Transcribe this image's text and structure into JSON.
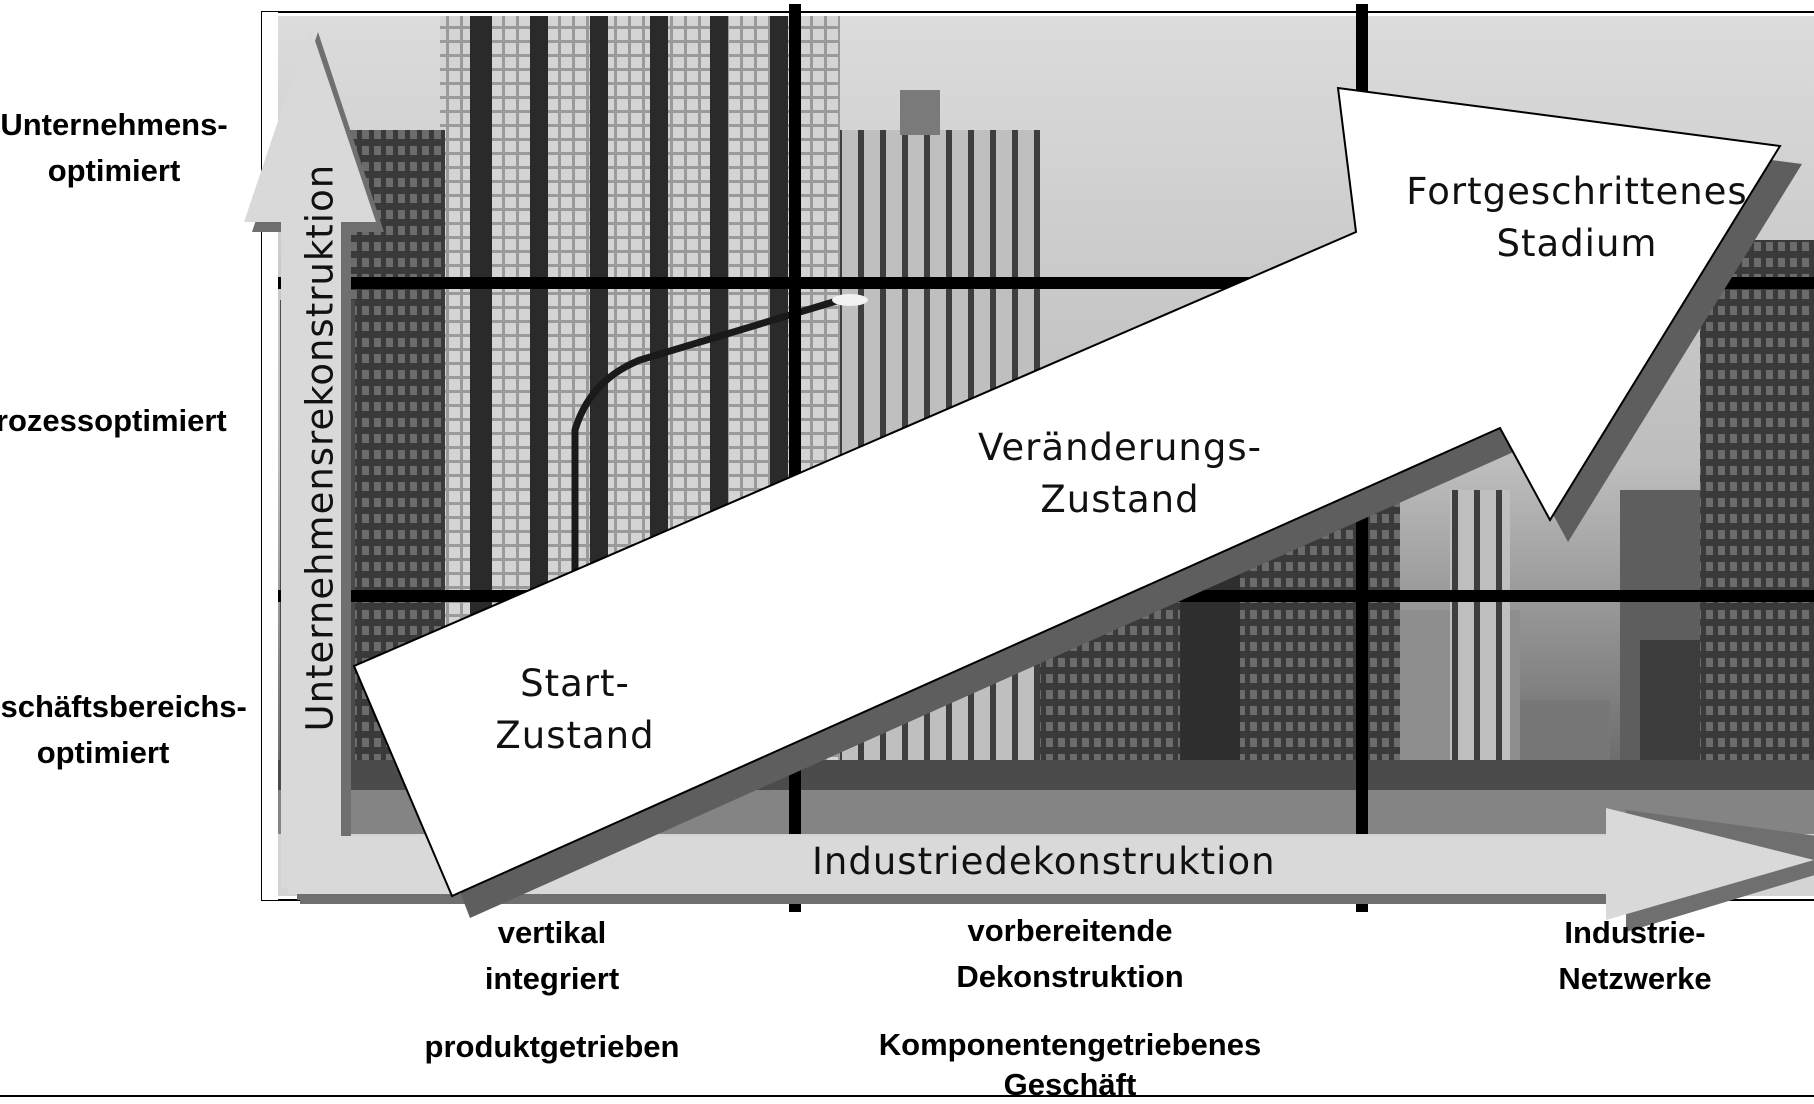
{
  "rows": [
    {
      "line1": "Unternehmens-",
      "line2": "optimiert"
    },
    {
      "line1": "Prozessoptimiert",
      "line2": ""
    },
    {
      "line1": "Geschäftsbereichs-",
      "line2": "optimiert"
    }
  ],
  "columns": [
    {
      "line1": "vertikal",
      "line2": "integriert",
      "line3": "produktgetrieben",
      "line4": ""
    },
    {
      "line1": "vorbereitende",
      "line2": "Dekonstruktion",
      "line3": "Komponentengetriebenes",
      "line4": "Geschäft"
    },
    {
      "line1": "Industrie-",
      "line2": "Netzwerke",
      "line3": "",
      "line4": ""
    }
  ],
  "axes": {
    "x_label": "Industriedekonstruktion",
    "y_label": "Unternehmensrekonstruktion"
  },
  "stages": {
    "start": {
      "line1": "Start-",
      "line2": "Zustand"
    },
    "change": {
      "line1": "Veränderungs-",
      "line2": "Zustand"
    },
    "advanced": {
      "line1": "Fortgeschrittenes",
      "line2": "Stadium"
    }
  },
  "background": {
    "description_icon": "city-skyline-photo"
  }
}
